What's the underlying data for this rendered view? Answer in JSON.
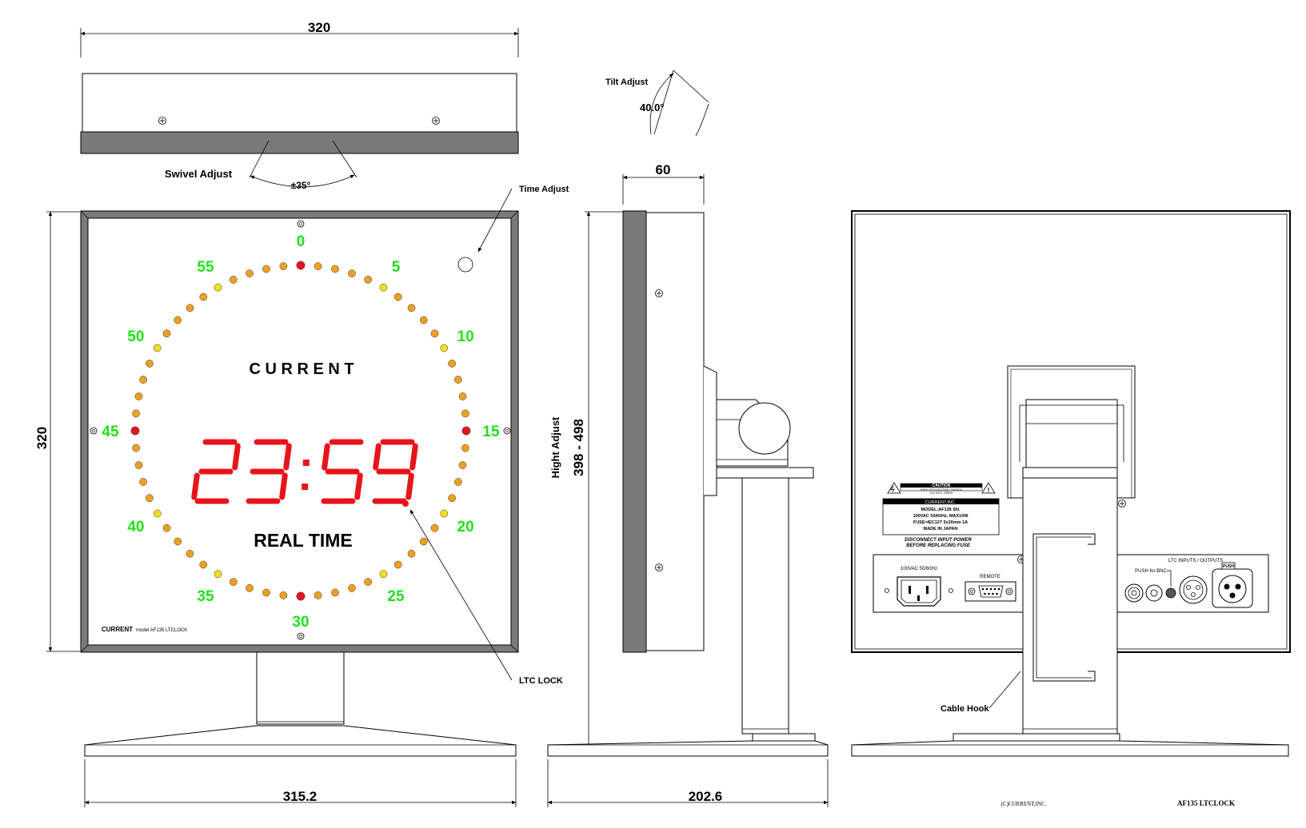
{
  "dimensions": {
    "top_width": "320",
    "front_height": "320",
    "base_front_width": "315.2",
    "base_side_width": "202.6",
    "side_depth": "60",
    "height_adjust_range": "398 - 498"
  },
  "labels": {
    "swivel_adjust": "Swivel Adjust",
    "swivel_angle": "±35°",
    "tilt_adjust": "Tilt Adjust",
    "tilt_angle": "40.0°",
    "time_adjust": "Time Adjust",
    "hight_adjust": "Hight Adjust",
    "ltc_lock": "LTC LOCK",
    "cable_hook": "Cable Hook"
  },
  "clock_face": {
    "brand": "C U R R E N T",
    "time": "23:59.",
    "mode": "REAL TIME",
    "model_brand": "CURRENT",
    "model_text": "model AF135 LTCLOCK",
    "minute_marks": [
      "0",
      "5",
      "10",
      "15",
      "20",
      "25",
      "30",
      "35",
      "40",
      "45",
      "50",
      "55"
    ]
  },
  "rear_panel": {
    "caution": "CAUTION",
    "caution_sub1": "RISK OF ELECTRIC SHOCK",
    "caution_sub2": "DO NOT OPEN",
    "maker": "CURRENT,INC.",
    "spec_lines": [
      "MODEL:AF135 SN.",
      "100VAC 50/60Hz, MAX10W",
      "FUSE=IEC127 5x20mm 1A",
      "MADE IN JAPAN"
    ],
    "fuse_warning_1": "DISCONNECT INPUT POWER",
    "fuse_warning_2": "BEFORE REPLACING FUSE",
    "power_label": "100VAC 50/60Hz",
    "remote_label": "REMOTE",
    "ltc_io_label": "LTC INPUTS / OUTPUTS",
    "bnc_label": "PUSH for BNC",
    "push_label": "PUSH"
  },
  "footer": {
    "copyright": "(C)CURRENT,INC.",
    "title": "AF135 LTCLOCK"
  },
  "colors": {
    "panel_frame": "#7a7a7a",
    "led_red": "#e8141c",
    "led_amber": "#f0a020",
    "led_yellow": "#f2e01a",
    "label_green": "#22e01a"
  }
}
